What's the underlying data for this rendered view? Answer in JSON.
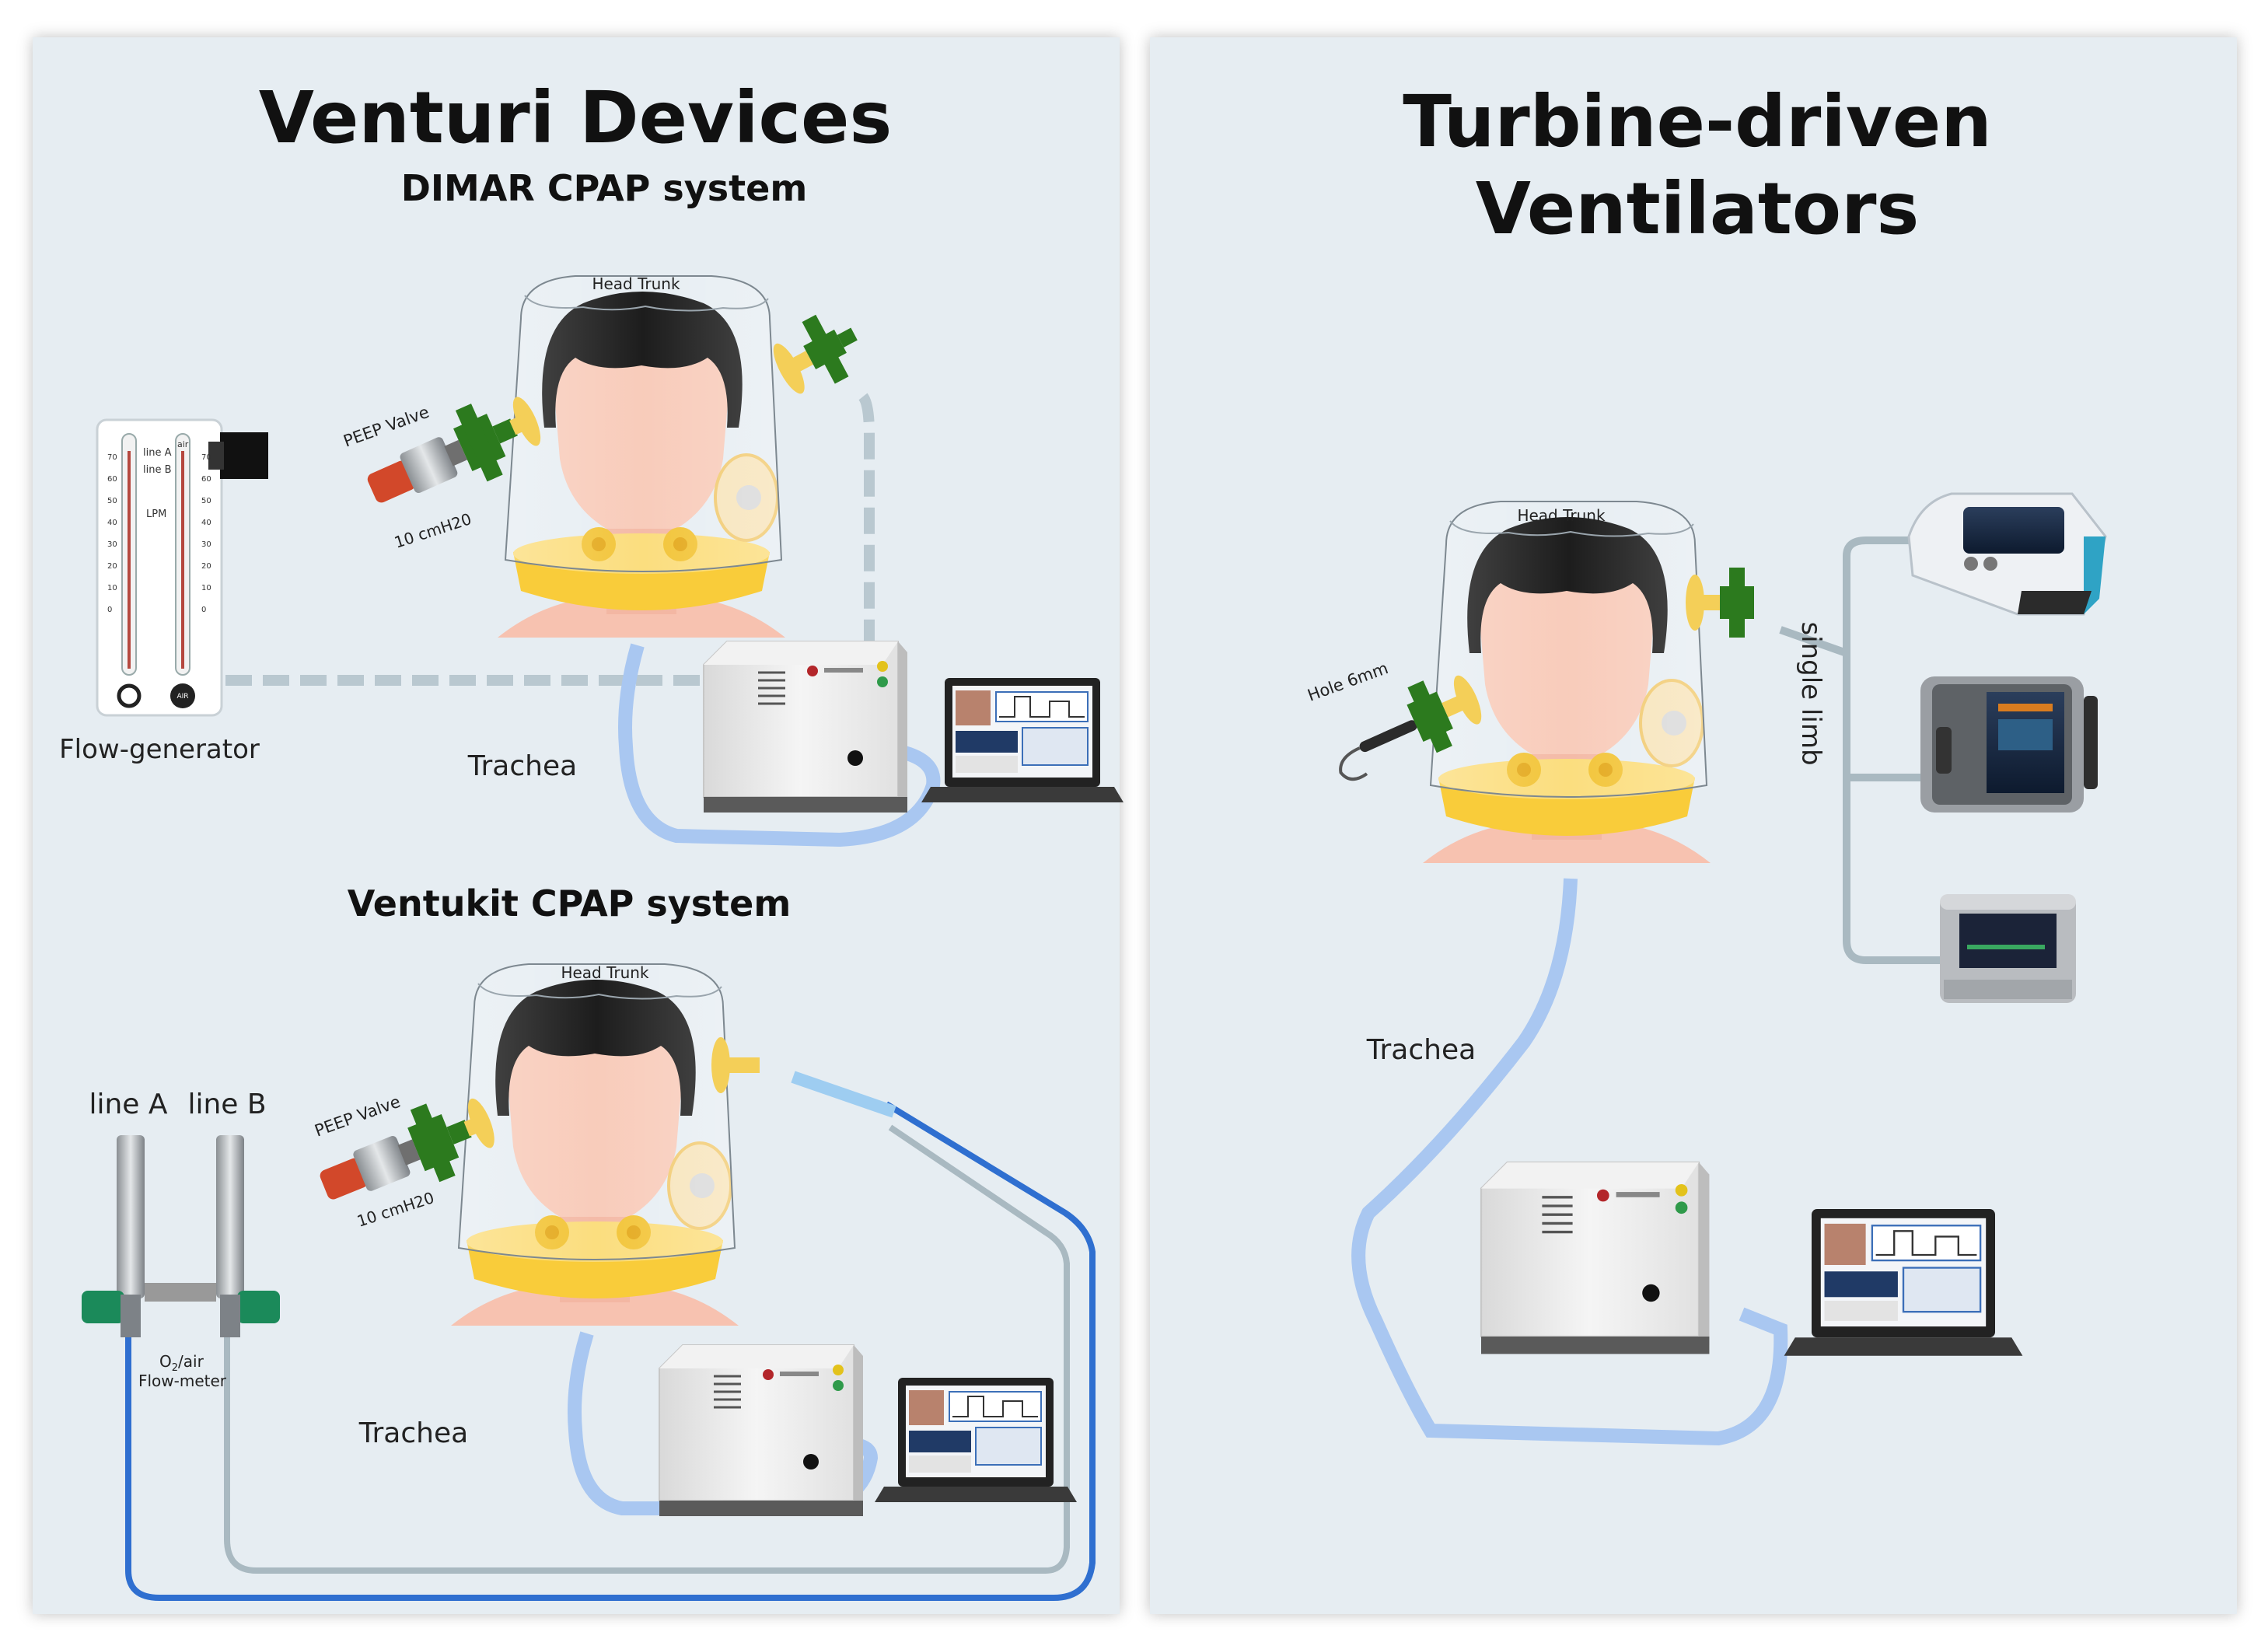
{
  "left": {
    "title": "Venturi Devices",
    "dimar": {
      "title": "DIMAR CPAP system",
      "head_trunk": "Head Trunk",
      "peep_valve": "PEEP Valve",
      "peep_pressure": "10 cmH20",
      "flow_generator": "Flow-generator",
      "trachea": "Trachea",
      "gauge": {
        "line_a": "line A",
        "line_b": "line B",
        "unit": "LPM",
        "air": "air",
        "air_knob": "AIR",
        "scale": [
          "70",
          "60",
          "50",
          "40",
          "30",
          "20",
          "10",
          "0"
        ]
      }
    },
    "ventukit": {
      "title": "Ventukit CPAP system",
      "head_trunk": "Head Trunk",
      "peep_valve": "PEEP Valve",
      "peep_pressure": "10 cmH20",
      "line_a": "line A",
      "line_b": "line B",
      "flowmeter_o2": "O",
      "flowmeter_sub": "2",
      "flowmeter_air": "/air",
      "flowmeter_label": "Flow-meter",
      "trachea": "Trachea"
    }
  },
  "right": {
    "title_line1": "Turbine-driven",
    "title_line2": "Ventilators",
    "head_trunk": "Head Trunk",
    "hole": "Hole 6mm",
    "single_limb": "single limb",
    "trachea": "Trachea"
  },
  "colors": {
    "panel_bg": "#e6edf2",
    "hood_collar": "#f9cc3a",
    "skin": "#f7c2b0",
    "hair": "#111111",
    "valve_green": "#2c7a1e",
    "valve_red": "#d2482a",
    "hose_blue": "#2f6fd0",
    "hose_gray": "#a9b9c1",
    "trachea_blue": "#a9c7f1"
  }
}
